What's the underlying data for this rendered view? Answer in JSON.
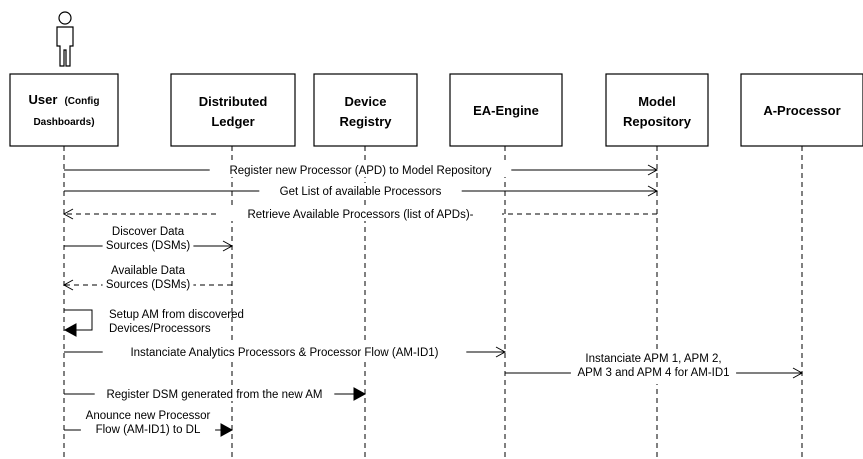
{
  "participants": [
    {
      "id": "user",
      "lines": [
        "User (Config",
        "Dashboards)"
      ]
    },
    {
      "id": "ledger",
      "lines": [
        "Distributed",
        "Ledger"
      ]
    },
    {
      "id": "registry",
      "lines": [
        "Device",
        "Registry"
      ]
    },
    {
      "id": "engine",
      "lines": [
        "EA-Engine"
      ]
    },
    {
      "id": "repository",
      "lines": [
        "Model",
        "Repository"
      ]
    },
    {
      "id": "aprocessor",
      "lines": [
        "A-Processor"
      ]
    }
  ],
  "user_box": {
    "main": "User",
    "sub1": "(Config",
    "sub2": "Dashboards)"
  },
  "messages": [
    {
      "from": "user",
      "to": "repository",
      "style": "solid",
      "head": "open",
      "lines": [
        "Register new Processor (APD) to Model Repository"
      ]
    },
    {
      "from": "user",
      "to": "repository",
      "style": "solid",
      "head": "open",
      "lines": [
        "Get List of available Processors"
      ]
    },
    {
      "from": "repository",
      "to": "user",
      "style": "dashed",
      "head": "open",
      "lines": [
        "Retrieve Available Processors (list of APDs)-"
      ]
    },
    {
      "from": "user",
      "to": "ledger",
      "style": "solid",
      "head": "open",
      "lines": [
        "Discover Data",
        "Sources (DSMs)"
      ]
    },
    {
      "from": "ledger",
      "to": "user",
      "style": "dashed",
      "head": "open",
      "lines": [
        "Available Data",
        "Sources (DSMs)"
      ]
    },
    {
      "from": "user",
      "to": "user",
      "style": "self",
      "head": "filled",
      "lines": [
        "Setup AM from discovered",
        "Devices/Processors"
      ]
    },
    {
      "from": "user",
      "to": "engine",
      "style": "solid",
      "head": "open",
      "lines": [
        "Instanciate Analytics Processors & Processor Flow (AM-ID1)"
      ]
    },
    {
      "from": "engine",
      "to": "aprocessor",
      "style": "solid",
      "head": "open",
      "lines": [
        "Instanciate APM 1, APM 2,",
        "APM 3 and APM 4 for AM-ID1"
      ]
    },
    {
      "from": "user",
      "to": "registry",
      "style": "solid",
      "head": "filled",
      "lines": [
        "Register DSM generated from the new AM"
      ]
    },
    {
      "from": "user",
      "to": "ledger",
      "style": "solid",
      "head": "filled",
      "lines": [
        "Anounce new Processor",
        "Flow (AM-ID1) to DL"
      ]
    }
  ]
}
